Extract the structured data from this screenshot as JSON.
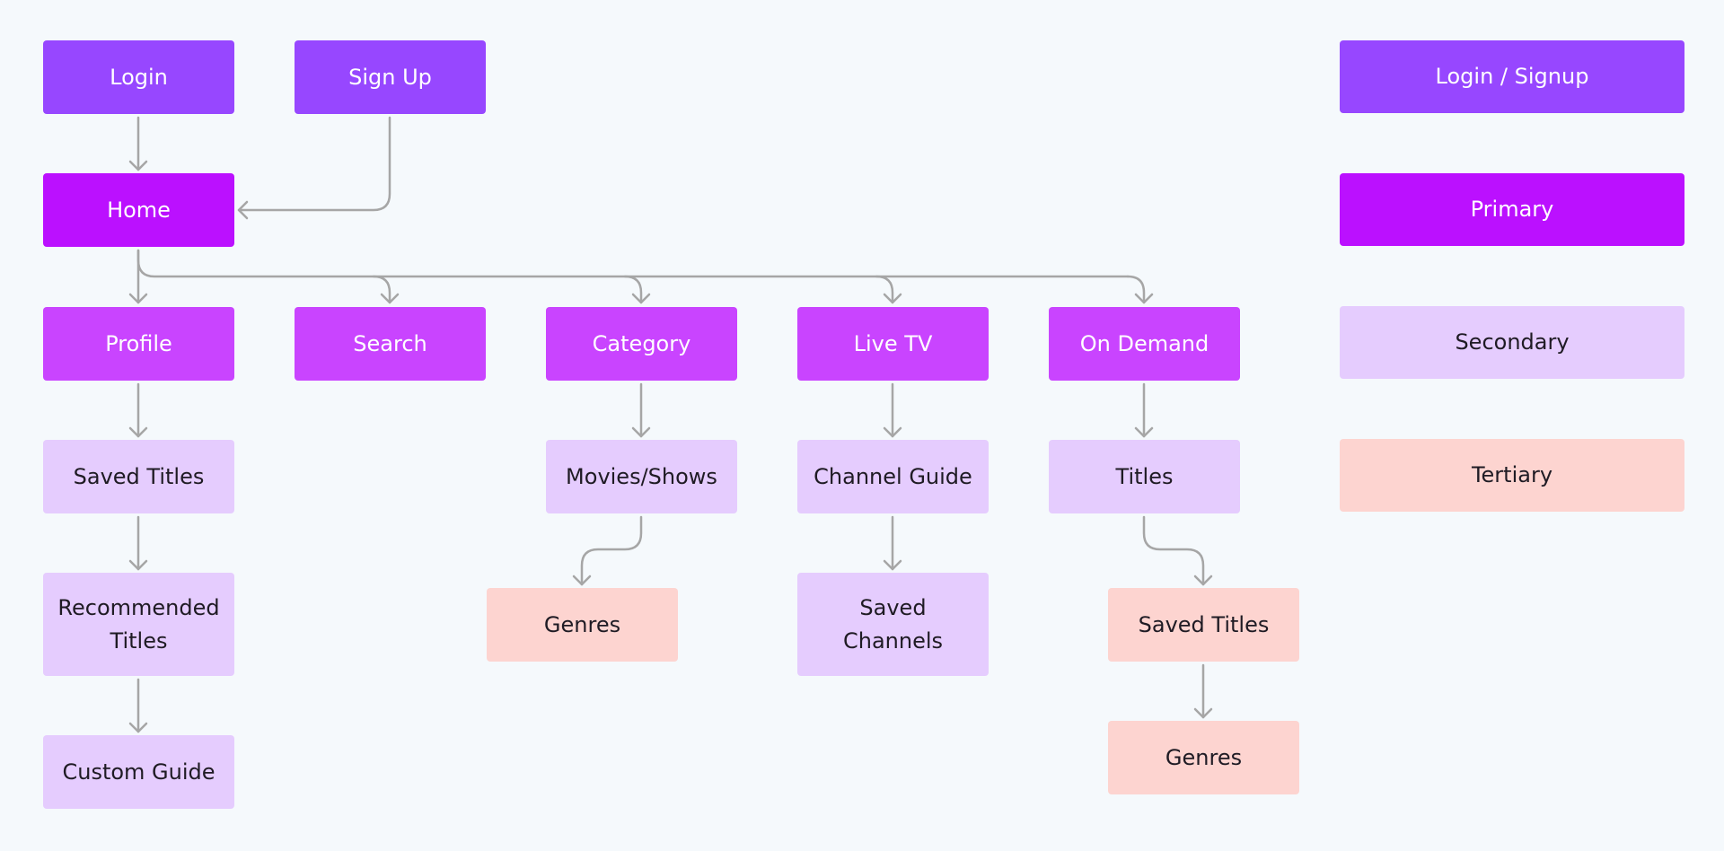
{
  "colors": {
    "background": "#f5f9fc",
    "login_signup": "#9747ff",
    "primary": "#bb10ff",
    "primary_light": "#c944ff",
    "secondary": "#e5ccfe",
    "tertiary": "#fdd4d0",
    "connector": "#a6a6a6"
  },
  "nodes": {
    "login": "Login",
    "signup": "Sign Up",
    "home": "Home",
    "profile": "Profile",
    "search": "Search",
    "category": "Category",
    "livetv": "Live TV",
    "ondemand": "On Demand",
    "savedtitles": "Saved Titles",
    "movies": "Movies/Shows",
    "channelguide": "Channel Guide",
    "titles": "Titles",
    "recommended_line1": "Recommended",
    "recommended_line2": "Titles",
    "genres1": "Genres",
    "savedchannels_line1": "Saved",
    "savedchannels_line2": "Channels",
    "savedtitles2": "Saved Titles",
    "customguide": "Custom Guide",
    "genres2": "Genres"
  },
  "legend": {
    "login_signup": "Login / Signup",
    "primary": "Primary",
    "secondary": "Secondary",
    "tertiary": "Tertiary"
  }
}
